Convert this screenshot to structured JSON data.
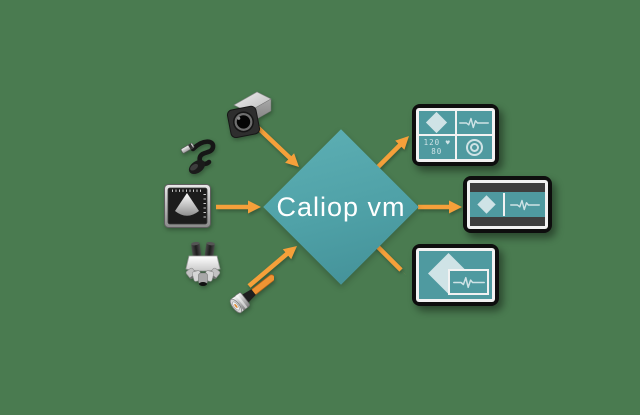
{
  "colors": {
    "background": "#4a7b50",
    "diamond_light": "#5badb2",
    "diamond_mid": "#4fa1a7",
    "diamond_dark": "#45939a",
    "screen_teal": "#4f9aa0",
    "accent_light": "#cfe3e6",
    "orange": "#f5a03a",
    "frame_black": "#0e0e0e",
    "bezel_white": "#f2f2f2",
    "bar_dark": "#3e3e3e",
    "text_white": "#ffffff"
  },
  "center_node": {
    "label": "Caliop vm"
  },
  "input_devices": [
    {
      "id": "video-camera",
      "icon": "video-camera-icon"
    },
    {
      "id": "endoscope",
      "icon": "endoscope-icon"
    },
    {
      "id": "ultrasound-imager",
      "icon": "ultrasound-monitor-icon"
    },
    {
      "id": "microscope",
      "icon": "microscope-icon"
    },
    {
      "id": "bnc-cable",
      "icon": "bnc-connector-icon"
    }
  ],
  "output_monitors": [
    {
      "id": "quad-split-monitor",
      "panes": [
        "logo-diamond",
        "ecg-waveform",
        "blood-pressure",
        "oxygen-ring"
      ],
      "blood_pressure": {
        "systolic": "120",
        "heart_symbol": "♥",
        "diastolic": "80"
      }
    },
    {
      "id": "letterbox-monitor",
      "panes": [
        "logo-diamond",
        "ecg-waveform"
      ]
    },
    {
      "id": "pip-monitor",
      "panes": [
        "logo-diamond",
        "ecg-pip"
      ]
    }
  ]
}
